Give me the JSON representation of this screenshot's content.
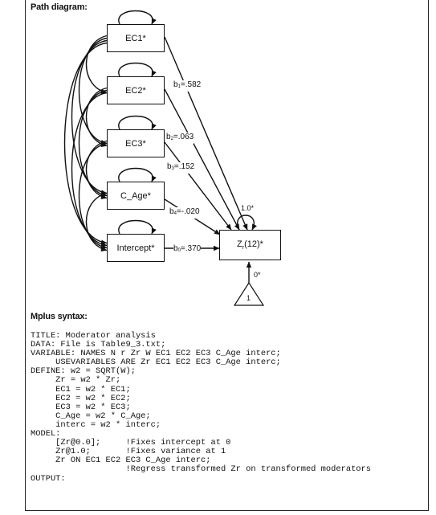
{
  "headings": {
    "path_diagram": "Path diagram:",
    "mplus_syntax": "Mplus syntax:"
  },
  "diagram": {
    "predictors": [
      "EC1*",
      "EC2*",
      "EC3*",
      "C_Age*",
      "Intercept*"
    ],
    "outcome_box": {
      "main": "Z",
      "sub": "r",
      "rest": "(12)*"
    },
    "outcome_variance": "1.0*",
    "constant_path": "0*",
    "constant_label": "1",
    "coefficients": [
      {
        "letter": "b",
        "sub": "1",
        "value": "=.582"
      },
      {
        "letter": "b",
        "sub": "2",
        "value": "=.063"
      },
      {
        "letter": "b",
        "sub": "3",
        "value": "=.152"
      },
      {
        "letter": "b",
        "sub": "4",
        "value": "=-.020"
      },
      {
        "letter": "b",
        "sub": "0",
        "value": "=.370"
      }
    ]
  },
  "syntax_lines": [
    "TITLE: Moderator analysis",
    "DATA: File is Table9_3.txt;",
    "VARIABLE: NAMES N r Zr W EC1 EC2 EC3 C_Age interc;",
    "     USEVARIABLES ARE Zr EC1 EC2 EC3 C_Age interc;",
    "DEFINE: w2 = SQRT(W);",
    "     Zr = w2 * Zr;",
    "     EC1 = w2 * EC1;",
    "     EC2 = w2 * EC2;",
    "     EC3 = w2 * EC3;",
    "     C_Age = w2 * C_Age;",
    "     interc = w2 * interc;",
    "MODEL:",
    "     [Zr@0.0];     !Fixes intercept at 0",
    "     Zr@1.0;       !Fixes variance at 1",
    "     Zr ON EC1 EC2 EC3 C_Age interc;",
    "                   !Regress transformed Zr on transformed moderators",
    "OUTPUT:"
  ],
  "colors": {
    "line": "#111111",
    "background": "#ffffff"
  }
}
